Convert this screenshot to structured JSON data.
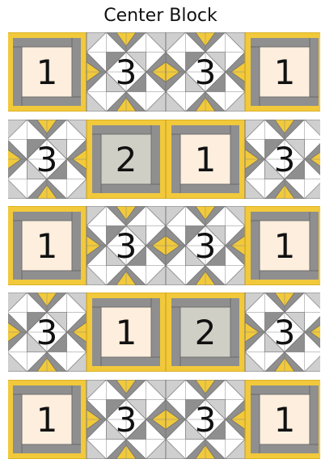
{
  "title": "Center Block",
  "colors": {
    "gold": "#f1c93b",
    "gold_edge": "#c69b14",
    "frame_gray": "#8f8f8f",
    "cream": "#fdeedd",
    "sage": "#cfcfc6",
    "light_gray": "#cfcfcf",
    "white": "#ffffff",
    "ink": "#111111"
  },
  "rows": [
    {
      "blocks": [
        "1",
        "3",
        "3",
        "1"
      ]
    },
    {
      "blocks": [
        "3",
        "2",
        "1",
        "3"
      ]
    },
    {
      "blocks": [
        "1",
        "3",
        "3",
        "1"
      ]
    },
    {
      "blocks": [
        "3",
        "1",
        "2",
        "3"
      ]
    },
    {
      "blocks": [
        "1",
        "3",
        "3",
        "1"
      ]
    }
  ]
}
